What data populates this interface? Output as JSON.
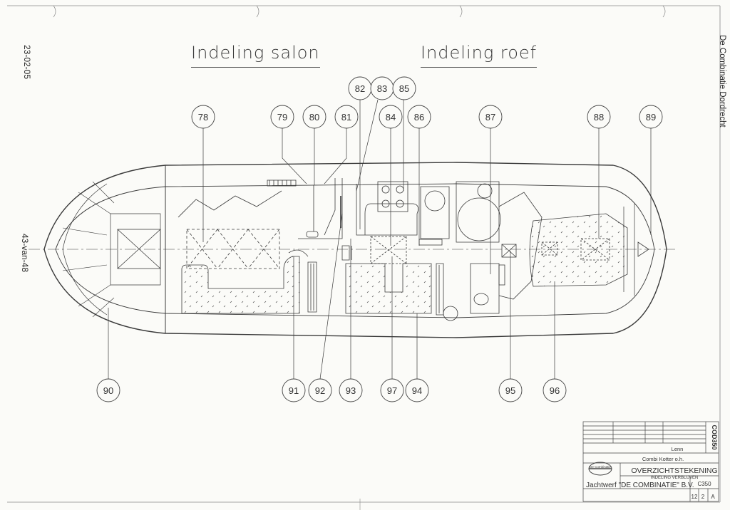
{
  "stamps": {
    "date": "23-02-05",
    "page": "43-van-48",
    "company_vertical": "De Combinatie Dordrecht"
  },
  "headings": {
    "salon": "Indeling salon",
    "roef": "Indeling roef"
  },
  "callouts": {
    "top": [
      "78",
      "79",
      "80",
      "81",
      "82",
      "83",
      "85",
      "84",
      "86",
      "87",
      "88",
      "89"
    ],
    "bottom": [
      "90",
      "91",
      "92",
      "93",
      "97",
      "94",
      "95",
      "96"
    ]
  },
  "title_block": {
    "project": "Lenn",
    "type": "Combi Kotter o.h.",
    "drawing_title": "OVERZICHTSTEKENING",
    "drawing_subtitle": "INDELING VERBLIJVEN",
    "yard": "Jachtwerf \"DE COMBINATIE\" B.V.",
    "code_vertical": "COD350",
    "drawing_no": "C350",
    "sheet_a": "12",
    "sheet_b": "2",
    "revision": "A",
    "logo_text": "De Combinatie"
  },
  "colors": {
    "ink": "#3a3a3a",
    "paper": "#fbfbf8"
  }
}
